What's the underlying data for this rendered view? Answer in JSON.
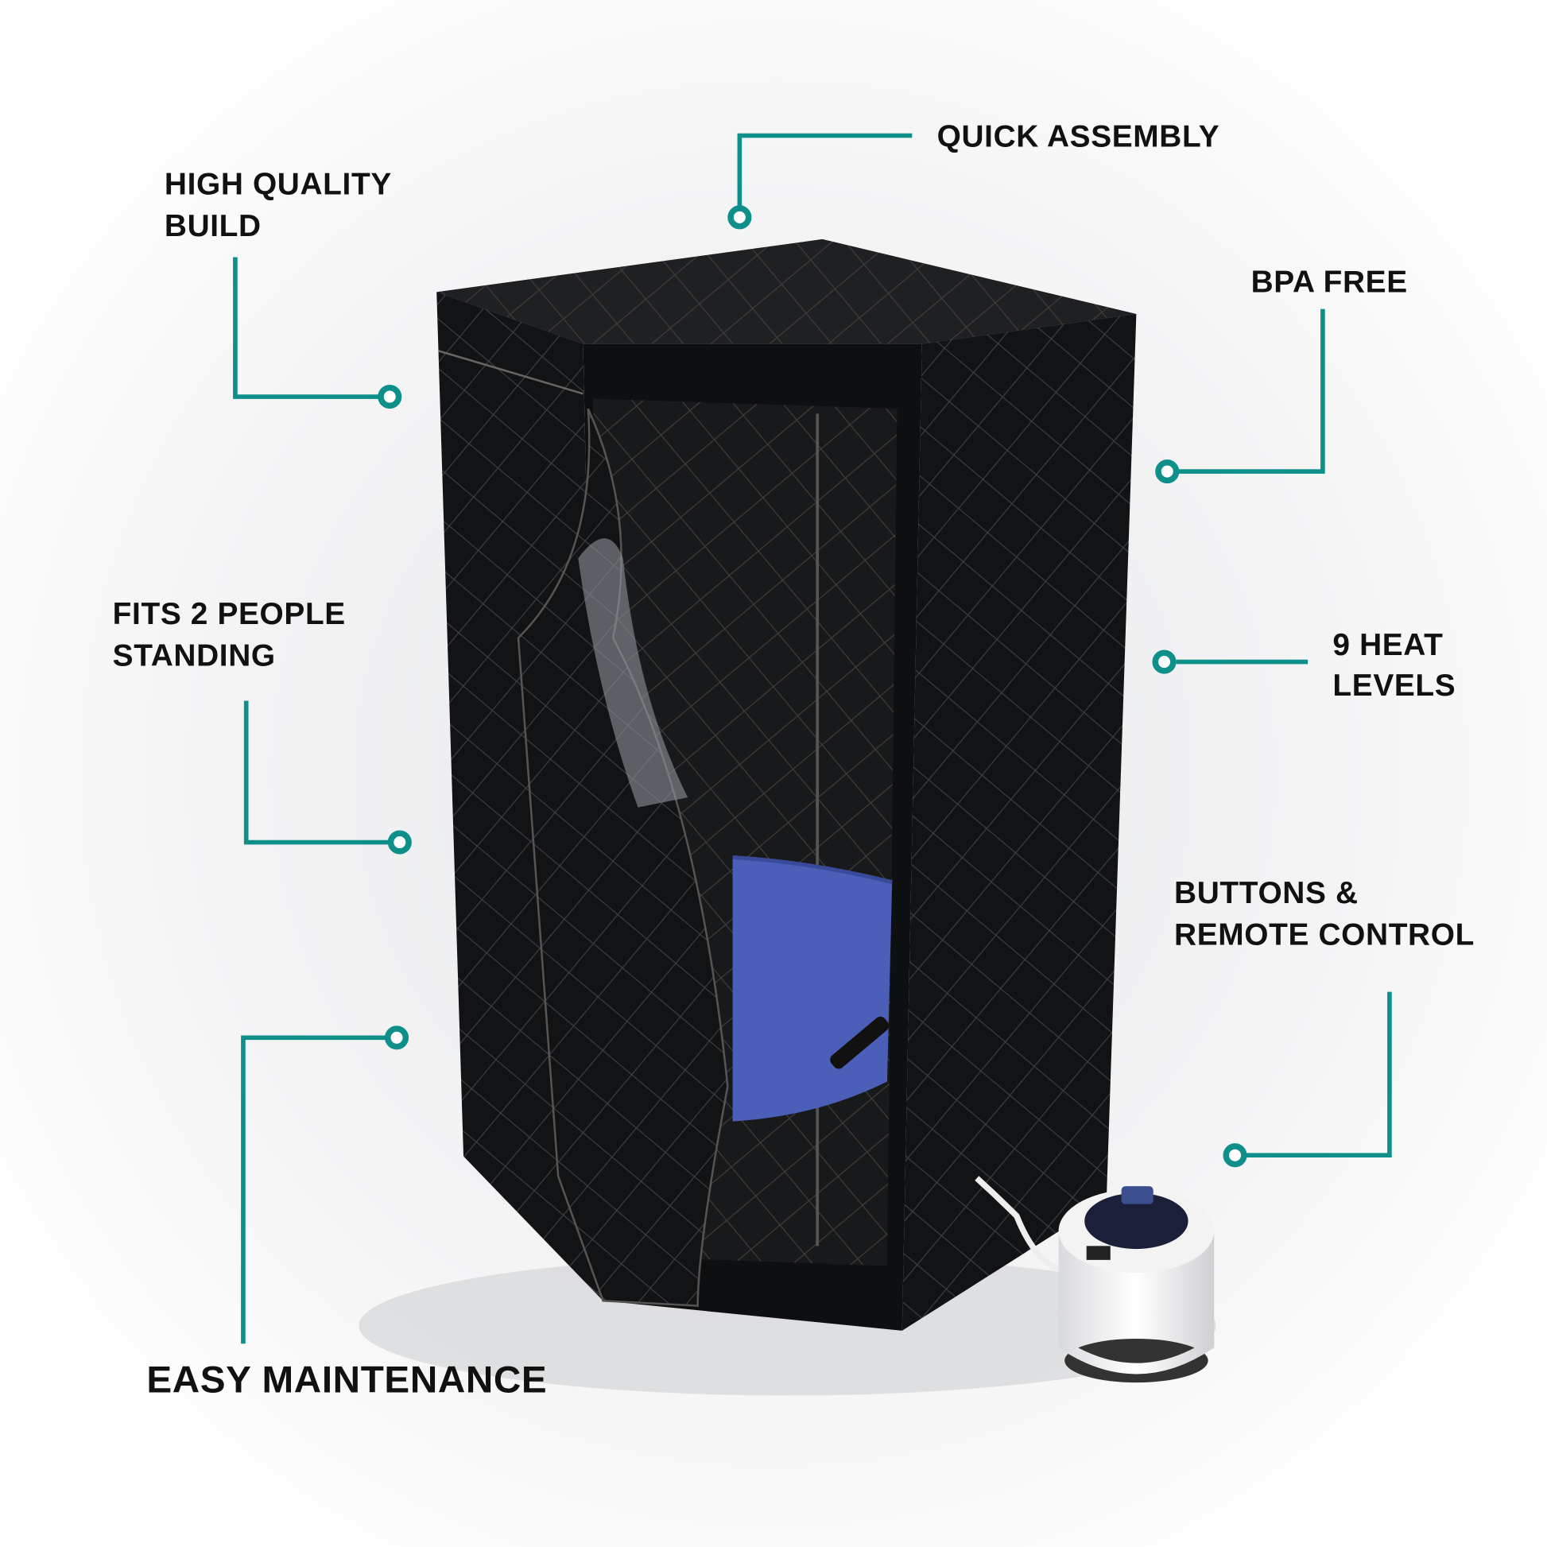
{
  "accent_color": "#0f8f8a",
  "features": {
    "high_quality": [
      "HIGH QUALITY",
      "BUILD"
    ],
    "quick_assembly": [
      "QUICK ASSEMBLY"
    ],
    "bpa_free": [
      "BPA FREE"
    ],
    "fits_people": [
      "FITS 2 PEOPLE",
      "STANDING"
    ],
    "heat_levels": [
      "9 HEAT",
      "LEVELS"
    ],
    "remote": [
      "BUTTONS &",
      "REMOTE CONTROL"
    ],
    "maintenance": [
      "EASY MAINTENANCE"
    ]
  }
}
